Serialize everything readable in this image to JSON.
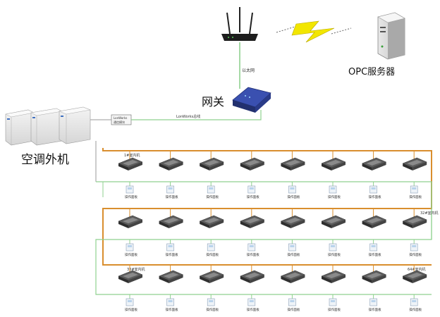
{
  "labels": {
    "opc_server": "OPC服务器",
    "gateway": "网关",
    "ethernet": "以太网",
    "outdoor_unit": "空调外机",
    "lonworks_module": "LonWorks",
    "lonworks_module_sub": "通信模块",
    "lonworks_bus": "LonWorks总线"
  },
  "indoor_unit_labels": {
    "row1": "1#室内机",
    "row2": "32#室内机",
    "row3_left": "33#室内机",
    "row3_right": "64#室内机"
  },
  "panel_label": "操作面板",
  "grid": {
    "rows": 3,
    "columns": 8
  },
  "colors": {
    "bus_orange": "#d98e2e",
    "signal_green": "#8fd18f",
    "line_gray": "#9a9a9a",
    "lightning": "#f2e600"
  },
  "icons": [
    "router-icon",
    "server-icon",
    "wireless-link-icon",
    "gateway-device-icon",
    "outdoor-unit-icon",
    "indoor-unit-icon",
    "control-panel-icon"
  ]
}
